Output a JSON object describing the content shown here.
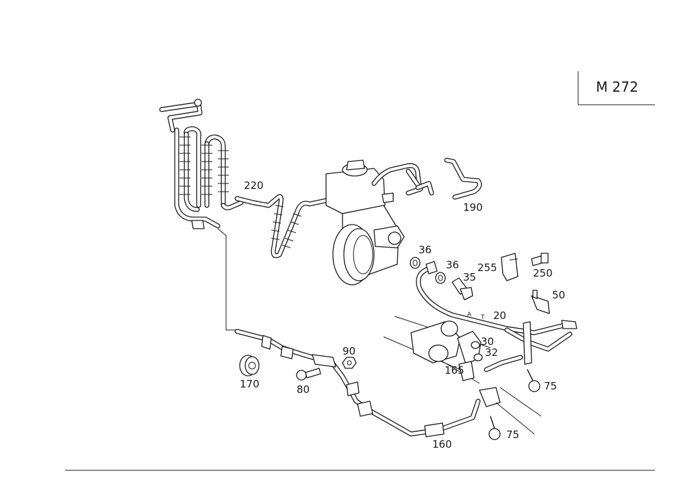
{
  "title_box": {
    "text": "M 272"
  },
  "labels": {
    "l220": "220",
    "l190": "190",
    "l36a": "36",
    "l36b": "36",
    "l35": "35",
    "l255": "255",
    "l250": "250",
    "l50": "50",
    "l20": "20",
    "l30": "30",
    "l32": "32",
    "l165": "165",
    "l90": "90",
    "l170": "170",
    "l80": "80",
    "l75a": "75",
    "l75b": "75",
    "l160": "160"
  },
  "decor_letters": {
    "a": "A",
    "t": "T"
  }
}
